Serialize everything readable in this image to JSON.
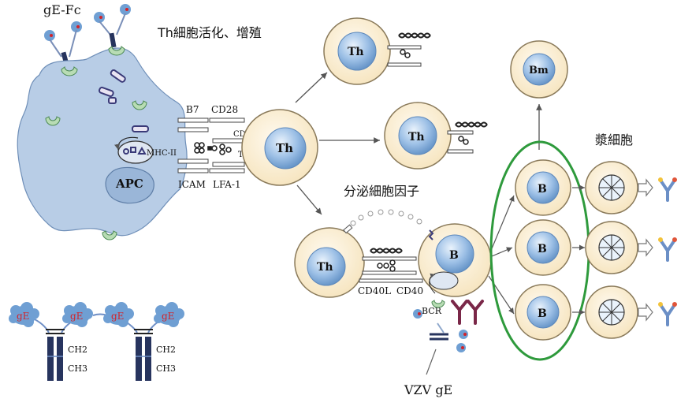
{
  "labels": {
    "ge_fc": "gE-Fc",
    "th_activation": "Th細胞活化、增殖",
    "b7": "B7",
    "cd28": "CD28",
    "cd4": "CD4",
    "mhc2": "MHC-II",
    "tcr": "TCR",
    "apc": "APC",
    "icam": "ICAM",
    "lfa1": "LFA-1",
    "th": "Th",
    "bm": "Bm",
    "b": "B",
    "plasma_cell": "漿細胞",
    "cytokine": "分泌細胞因子",
    "cd40l": "CD40L",
    "cd40": "CD40",
    "bcr": "BCR",
    "vzv_ge": "VZV gE",
    "ge": "gE",
    "ch2": "CH2",
    "ch3": "CH3"
  },
  "colors": {
    "apc_fill": "#b8cde6",
    "cell_fill": "#fbeed3",
    "cell_stroke": "#8a7a5a",
    "nucleus": "#7ea9d8",
    "green_oval": "#2e9a3c",
    "antibody_maroon": "#7a2748",
    "ge_cloud": "#6f9fd3",
    "ge_text": "#d2232a",
    "fc_dark": "#27345e"
  }
}
